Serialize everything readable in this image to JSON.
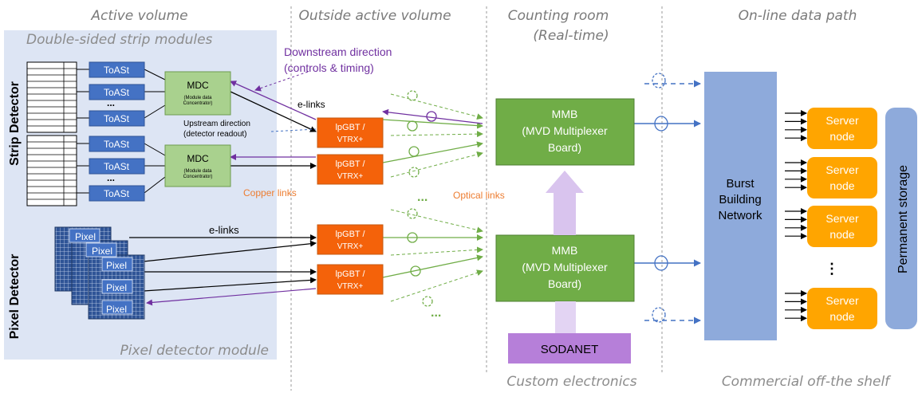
{
  "columns": {
    "active_volume": "Active volume",
    "outside_active_volume": "Outside active volume",
    "counting_room": "Counting room",
    "counting_room_sub": "(Real-time)",
    "online_data_path": "On-line data path"
  },
  "footers": {
    "pixel_module": "Pixel detector module",
    "custom_electronics": "Custom electronics",
    "cots": "Commercial off-the shelf"
  },
  "strip_section": {
    "title": "Double-sided strip modules",
    "side_label": "Strip Detector",
    "toast_label": "ToASt",
    "dots": "...",
    "mdc_label": "MDC",
    "mdc_sub1": "(Module data",
    "mdc_sub2": "Concentrator)"
  },
  "pixel_section": {
    "side_label": "Pixel Detector",
    "pixel_label": "Pixel"
  },
  "annotations": {
    "downstream_line1": "Downstream direction",
    "downstream_line2": "(controls & timing)",
    "upstream_line1": "Upstream direction",
    "upstream_line2": "(detector  readout)",
    "elinks": "e-links",
    "copper_links": "Copper links",
    "optical_links": "Optical links",
    "dots": "...",
    "vdots": "⋮"
  },
  "lpgbt": {
    "line1": "lpGBT /",
    "line2": "VTRX+"
  },
  "mmb": {
    "title": "MMB",
    "line1": "(MVD Multiplexer",
    "line2": "Board)"
  },
  "sodanet": "SODANET",
  "burst": {
    "line1": "Burst",
    "line2": "Building",
    "line3": "Network"
  },
  "server": {
    "line1": "Server",
    "line2": "node"
  },
  "permanent_storage": "Permanent storage",
  "colors": {
    "toast": "#4472c4",
    "mdc": "#a9d18e",
    "lpgbt": "#f4620a",
    "mmb": "#70ad47",
    "burst": "#8eaadb",
    "server": "#ffa500",
    "sodanet": "#b67fd9",
    "purple": "#7030a0",
    "orange_text": "#ed7d31",
    "panel": "#dde5f4"
  }
}
